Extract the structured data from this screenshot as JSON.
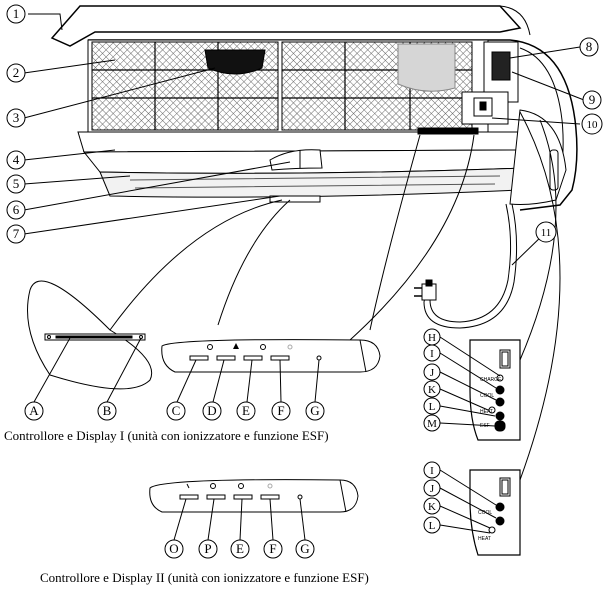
{
  "callouts": {
    "n1": "1",
    "n2": "2",
    "n3": "3",
    "n4": "4",
    "n5": "5",
    "n6": "6",
    "n7": "7",
    "n8": "8",
    "n9": "9",
    "n10": "10",
    "n11": "11",
    "A": "A",
    "B": "B",
    "C": "C",
    "D": "D",
    "E": "E",
    "F": "F",
    "G": "G",
    "H": "H",
    "I": "I",
    "J": "J",
    "K": "K",
    "L": "L",
    "M": "M",
    "O": "O",
    "P": "P",
    "E2": "E",
    "F2": "F",
    "G2": "G",
    "I2": "I",
    "J2": "J",
    "K2": "K",
    "L2": "L"
  },
  "captions": {
    "display1": "Controllore e Display I (unità con ionizzatore e funzione ESF)",
    "display2": "Controllore e Display II (unità con ionizzatore e funzione ESF)"
  },
  "panel_labels": {
    "p1_h": "CHARGE",
    "p1_j": "COOL",
    "p1_l": "HEAT",
    "p1_m": "ESF",
    "p2_i": "COOL",
    "p2_l": "HEAT"
  },
  "colors": {
    "line": "#000000",
    "filter": "#777777",
    "background": "#ffffff"
  }
}
